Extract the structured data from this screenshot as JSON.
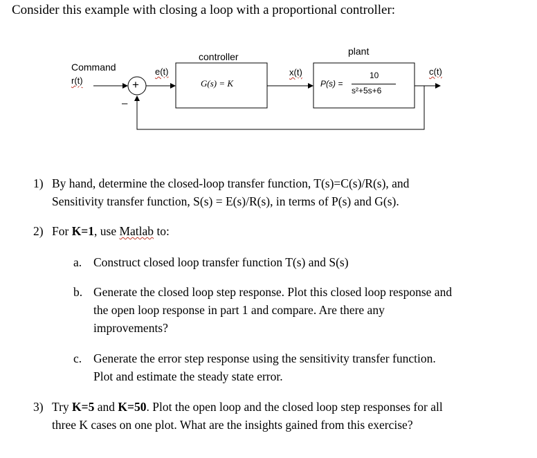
{
  "intro": "Consider this example with closing a loop with a proportional controller:",
  "diagram": {
    "command_label": "Command",
    "input_label": "r(t)",
    "sum_plus": "+",
    "sum_minus": "–",
    "error_label": "e(t)",
    "controller_title": "controller",
    "controller_tf": "G(s) = K",
    "controller_out_label": "x(t)",
    "plant_title": "plant",
    "plant_tf_lhs": "P(s) =",
    "plant_tf_num": "10",
    "plant_tf_den": "s²+5s+6",
    "output_label": "c(t)"
  },
  "q1": {
    "num": "1)",
    "line1": "By hand, determine the closed-loop transfer function, T(s)=C(s)/R(s), and",
    "line2": "Sensitivity transfer function, S(s) = E(s)/R(s), in terms of P(s) and G(s)."
  },
  "q2": {
    "num": "2)",
    "pre": "For ",
    "bold": "K=1",
    "mid": ", use ",
    "matlab": "Matlab",
    "post": " to:",
    "a": {
      "label": "a.",
      "text": "Construct closed loop transfer function T(s) and S(s)"
    },
    "b": {
      "label": "b.",
      "line1": "Generate the closed loop step response. Plot this closed loop response and",
      "line2": "the open loop response in part 1 and compare. Are there any",
      "line3": "improvements?"
    },
    "c": {
      "label": "c.",
      "line1": "Generate the error step response using the sensitivity transfer function.",
      "line2": "Plot and estimate the steady state error."
    }
  },
  "q3": {
    "num": "3)",
    "pre": "Try ",
    "k5": "K=5",
    "and": " and ",
    "k50": "K=50",
    "rest1": ". Plot the open loop and the closed loop step responses for all",
    "line2": "three K cases on one plot. What are the insights gained from this exercise?"
  }
}
